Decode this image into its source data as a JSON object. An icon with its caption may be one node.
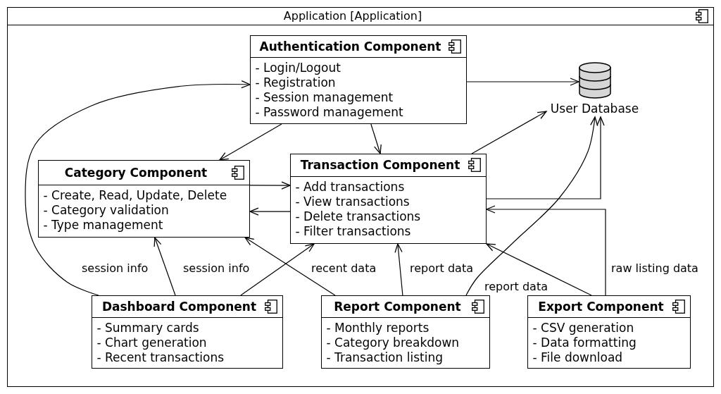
{
  "diagram": {
    "nodes": [
      {
        "text": [
          "Application [Application]"
        ]
      },
      {
        "text": [
          "Authentication Component",
          "- Login/Logout",
          "- Registration",
          "- Session management",
          "- Password management"
        ],
        "in": 0
      },
      {
        "text": [
          "User Database"
        ],
        "in": 0
      },
      {
        "text": [
          "Category Component",
          "- Create, Read, Update, Delete",
          "- Category validation",
          "- Type management"
        ],
        "in": 0
      },
      {
        "text": [
          "Transaction Component",
          "- Add transactions",
          "- View transactions",
          "- Delete transactions",
          "- Filter transactions"
        ],
        "in": 0
      },
      {
        "text": [
          "Dashboard Component",
          "- Summary cards",
          "- Chart generation",
          "- Recent transactions"
        ],
        "in": 0
      },
      {
        "text": [
          "Report Component",
          "- Monthly reports",
          "- Category breakdown",
          "- Transaction listing"
        ],
        "in": 0
      },
      {
        "text": [
          "Export Component",
          "- CSV generation",
          "- Data formatting",
          "- File download"
        ],
        "in": 0
      }
    ],
    "edges": [
      {
        "from": 1,
        "to": 2,
        "arrow": "to"
      },
      {
        "from": 1,
        "to": 3,
        "arrow": "to"
      },
      {
        "from": 1,
        "to": 4,
        "arrow": "to"
      },
      {
        "from": 4,
        "to": 2,
        "arrow": "to"
      },
      {
        "from": 3,
        "to": 4,
        "arrow": "to"
      },
      {
        "from": 4,
        "to": 3,
        "arrow": "to"
      },
      {
        "from": 4,
        "to": 2,
        "arrow": "to"
      },
      {
        "from": 5,
        "to": 1,
        "arrow": "to",
        "label": "session info"
      },
      {
        "from": 5,
        "to": 3,
        "arrow": "to",
        "label": "session info"
      },
      {
        "from": 5,
        "to": 4,
        "arrow": "to"
      },
      {
        "from": 6,
        "to": 3,
        "arrow": "to",
        "label": "recent data"
      },
      {
        "from": 6,
        "to": 4,
        "arrow": "to",
        "label": "report data"
      },
      {
        "from": 6,
        "to": 2,
        "arrow": "to",
        "label": "report data"
      },
      {
        "from": 7,
        "to": 4,
        "arrow": "to"
      },
      {
        "from": 7,
        "to": 4,
        "arrow": "to",
        "label": "raw listing data"
      }
    ]
  }
}
